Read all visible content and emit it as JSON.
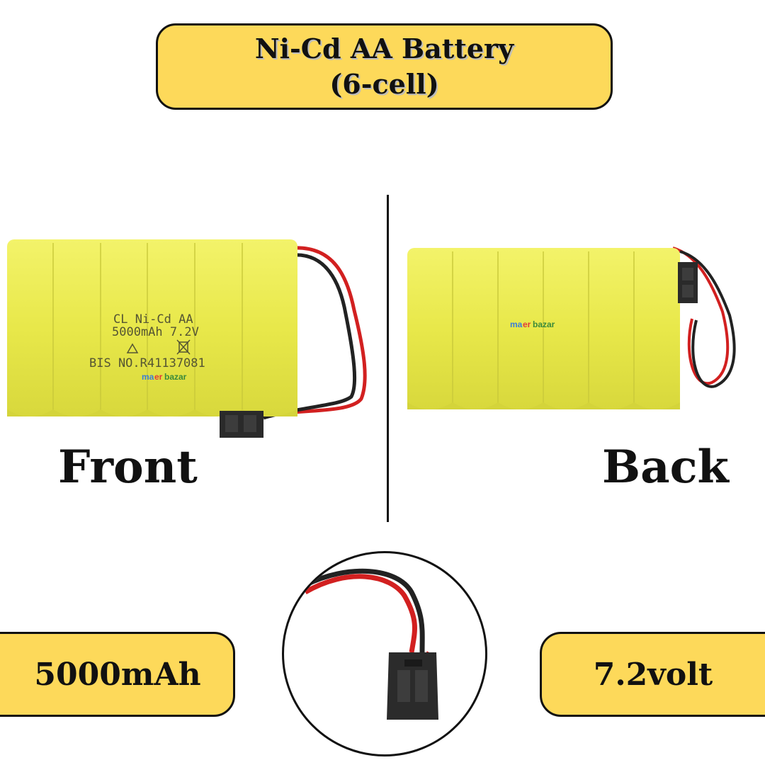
{
  "title": {
    "line1": "Ni-Cd AA Battery",
    "line2": "(6-cell)"
  },
  "views": {
    "front_label": "Front",
    "back_label": "Back"
  },
  "specs": {
    "capacity": "5000mAh",
    "voltage": "7.2volt"
  },
  "battery_print": {
    "line1": "CL Ni-Cd AA",
    "line2": "5000mAh 7.2V",
    "line3": "BIS NO.R41137081"
  },
  "colors": {
    "banner": "#fdd95a",
    "battery": "#ecec4a",
    "wire_red": "#d22020",
    "wire_black": "#222222"
  },
  "icons": [
    "recycle-icon",
    "crossed-bin-icon",
    "jst-connector"
  ]
}
